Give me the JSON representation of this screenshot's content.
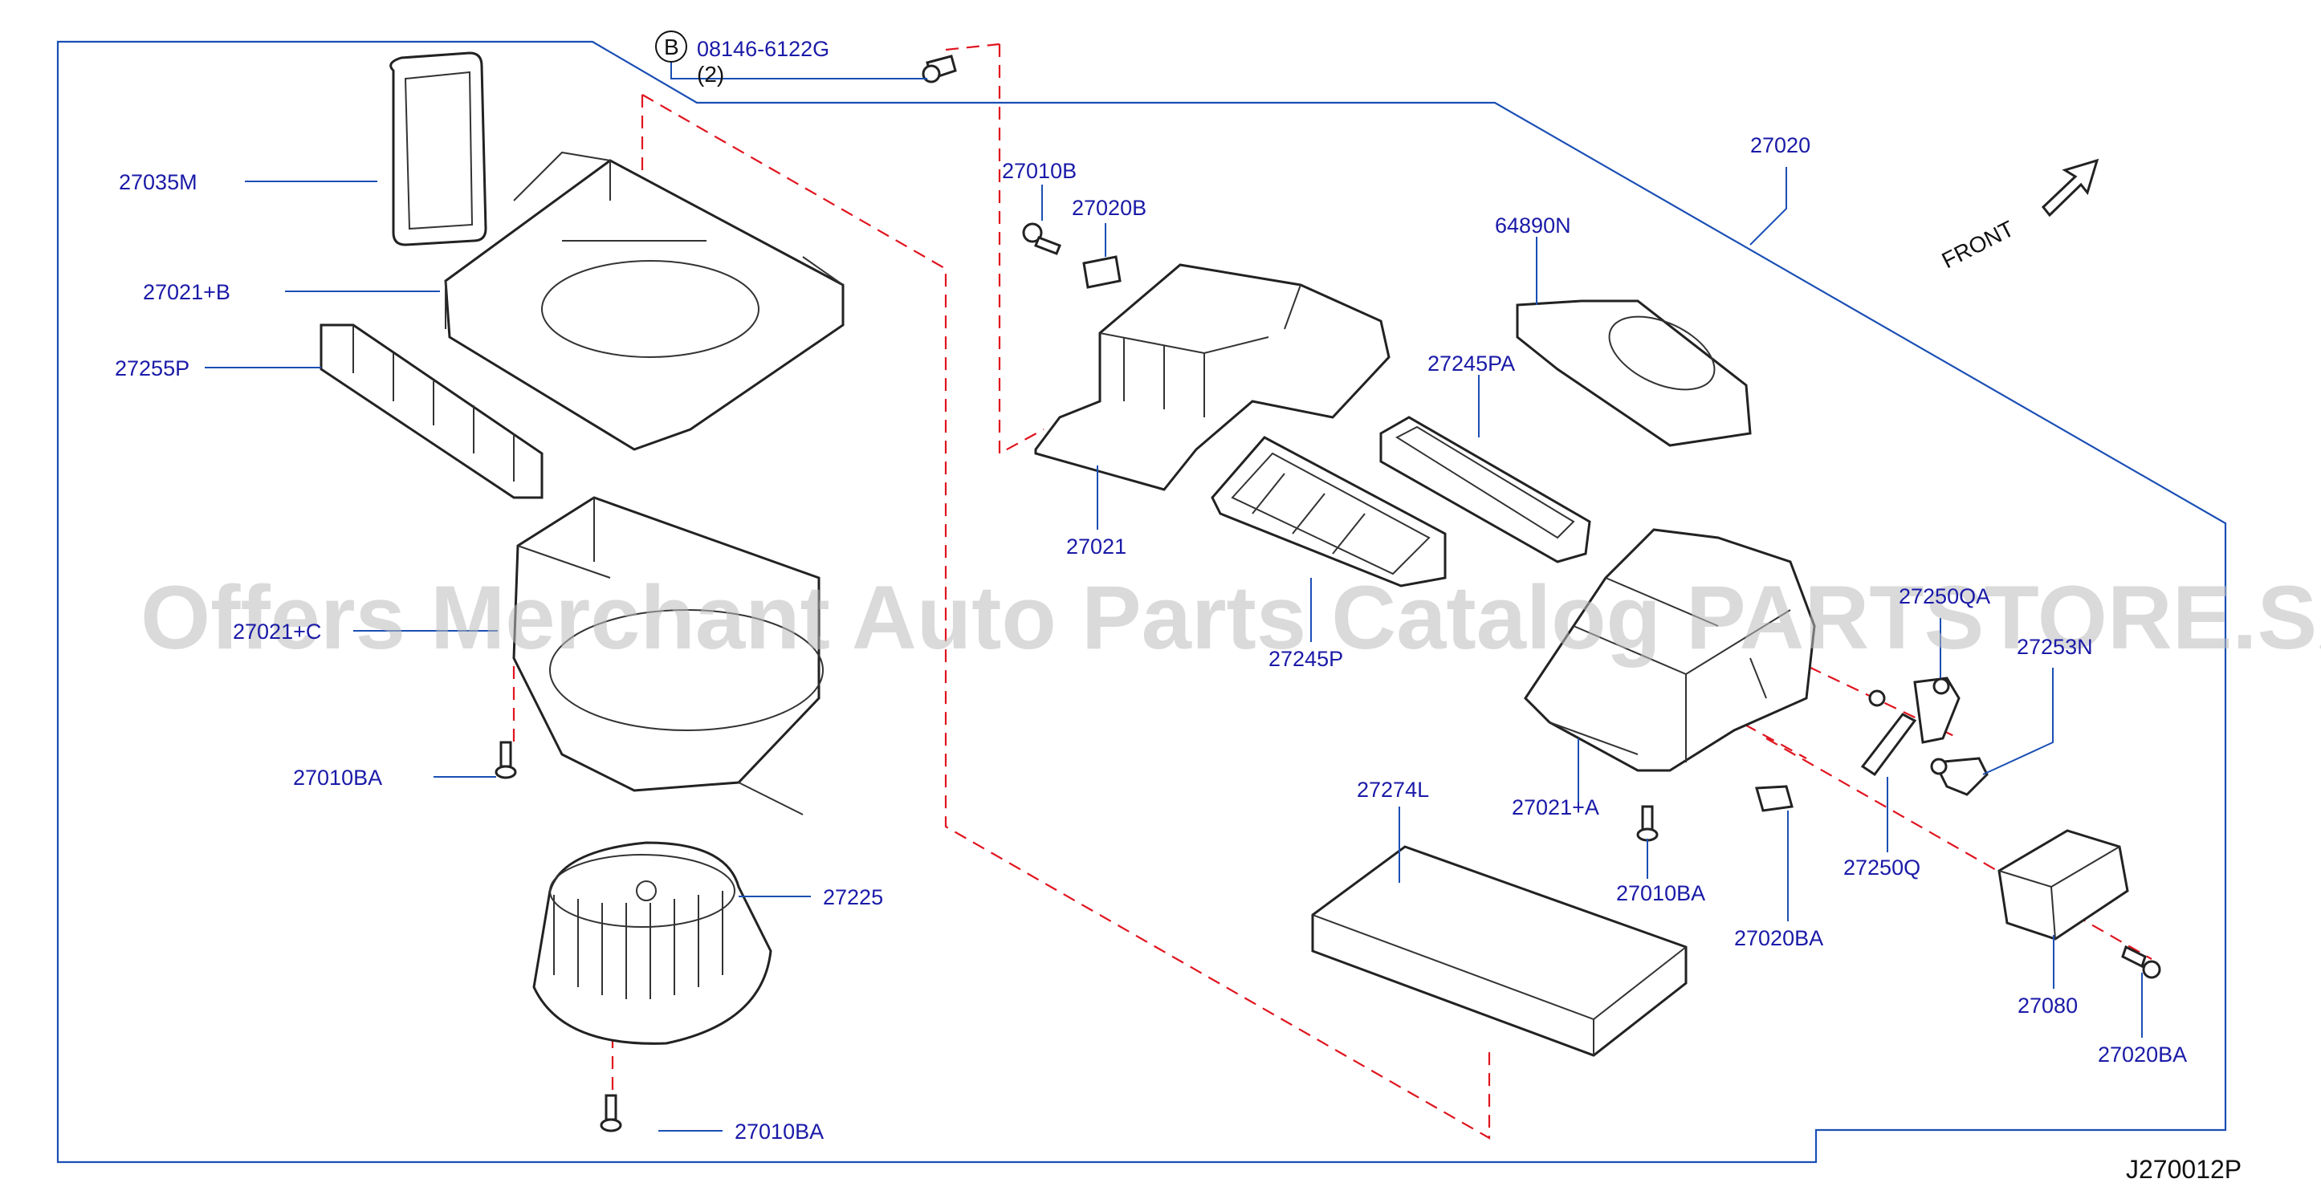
{
  "diagram": {
    "fastener_callout": {
      "badge": "B",
      "part_no": "08146-6122G",
      "qty": "(2)"
    },
    "direction_label": "FRONT",
    "diagram_code": "J270012P",
    "watermark": "Offers Merchant Auto Parts Catalog PARTSTORE.SA",
    "parts": [
      {
        "id": "27035M",
        "label": "27035M"
      },
      {
        "id": "27021+B",
        "label": "27021+B"
      },
      {
        "id": "27255P",
        "label": "27255P"
      },
      {
        "id": "27021+C",
        "label": "27021+C"
      },
      {
        "id": "27010BA-1",
        "label": "27010BA"
      },
      {
        "id": "27225",
        "label": "27225"
      },
      {
        "id": "27010BA-2",
        "label": "27010BA"
      },
      {
        "id": "27010B",
        "label": "27010B"
      },
      {
        "id": "27020B",
        "label": "27020B"
      },
      {
        "id": "27021",
        "label": "27021"
      },
      {
        "id": "27245P",
        "label": "27245P"
      },
      {
        "id": "27245PA",
        "label": "27245PA"
      },
      {
        "id": "64890N",
        "label": "64890N"
      },
      {
        "id": "27020",
        "label": "27020"
      },
      {
        "id": "27274L",
        "label": "27274L"
      },
      {
        "id": "27021+A",
        "label": "27021+A"
      },
      {
        "id": "27010BA-3",
        "label": "27010BA"
      },
      {
        "id": "27020BA-1",
        "label": "27020BA"
      },
      {
        "id": "27250QA",
        "label": "27250QA"
      },
      {
        "id": "27253N",
        "label": "27253N"
      },
      {
        "id": "27250Q",
        "label": "27250Q"
      },
      {
        "id": "27080",
        "label": "27080"
      },
      {
        "id": "27020BA-2",
        "label": "27020BA"
      }
    ]
  }
}
